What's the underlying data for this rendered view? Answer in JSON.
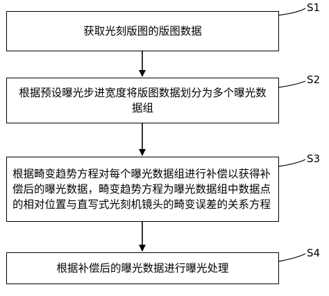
{
  "steps": [
    {
      "id": "S1",
      "text": "获取光刻版图的版图数据"
    },
    {
      "id": "S2",
      "text": "根据预设曝光步进宽度将版图数据划分为多个曝光数据组"
    },
    {
      "id": "S3",
      "text": "根据畸变趋势方程对每个曝光数据组进行补偿以获得补偿后的曝光数据，畸变趋势方程为曝光数据组中数据点的相对位置与直写式光刻机镜头的畸变误差的关系方程"
    },
    {
      "id": "S4",
      "text": "根据补偿后的曝光数据进行曝光处理"
    }
  ]
}
